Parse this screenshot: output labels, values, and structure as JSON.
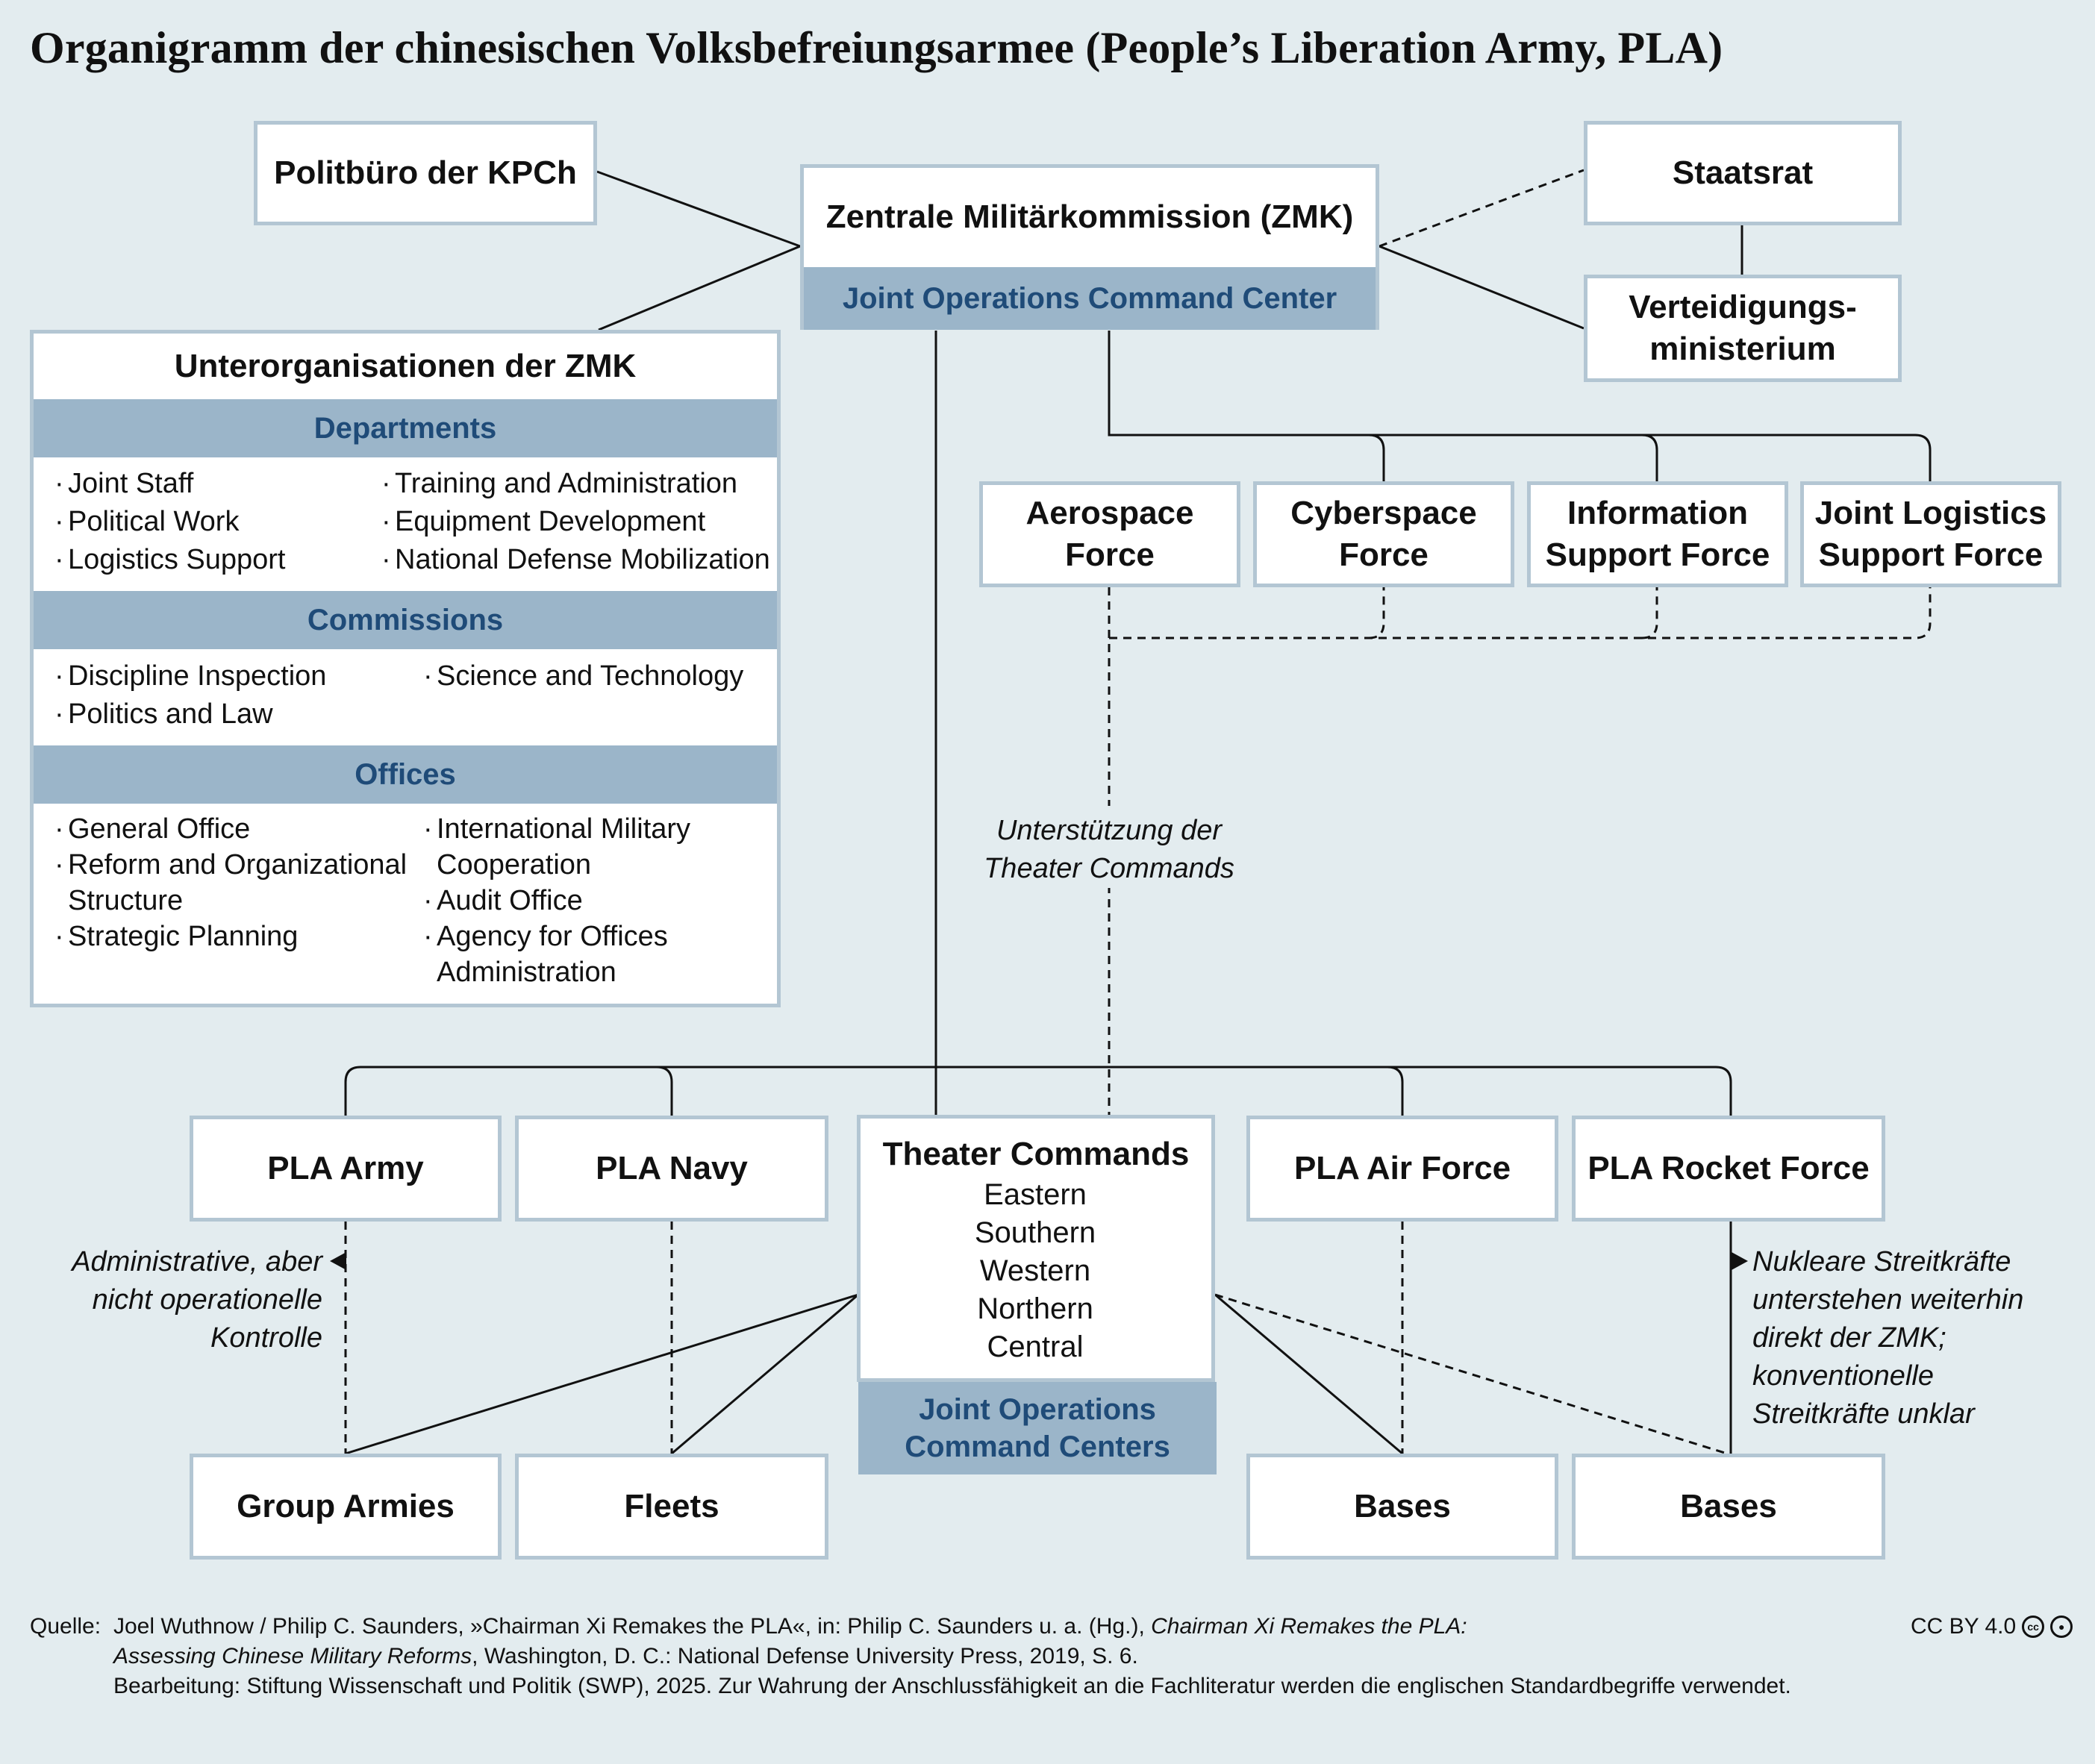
{
  "title": "Organigramm der chinesischen Volksbefreiungsarmee (People’s Liberation Army, PLA)",
  "top": {
    "politburo": "Politbüro der KPCh",
    "zmk": "Zentrale Militärkommission (ZMK)",
    "zmk_band": "Joint Operations Command Center",
    "state_council": "Staatsrat",
    "defense_ministry": [
      "Verteidigungs-",
      "ministerium"
    ]
  },
  "sub_orgs": {
    "title": "Unterorganisationen der ZMK",
    "departments": {
      "label": "Departments",
      "left": [
        "Joint Staff",
        "Political Work",
        "Logistics Support"
      ],
      "right": [
        "Training and Administration",
        "Equipment Development",
        "National Defense Mobilization"
      ]
    },
    "commissions": {
      "label": "Commissions",
      "left": [
        "Discipline Inspection",
        "Politics and Law"
      ],
      "right": [
        "Science and Technology"
      ]
    },
    "offices": {
      "label": "Offices",
      "left": [
        "General Office",
        [
          "Reform and Organizational",
          "Structure"
        ],
        "Strategic Planning"
      ],
      "right": [
        [
          "International Military",
          "Cooperation"
        ],
        "Audit Office",
        [
          "Agency for Offices",
          "Administration"
        ]
      ]
    }
  },
  "forces": [
    [
      "Aerospace",
      "Force"
    ],
    [
      "Cyberspace",
      "Force"
    ],
    [
      "Information",
      "Support Force"
    ],
    [
      "Joint Logistics",
      "Support Force"
    ]
  ],
  "support_note": [
    "Unterstützung der",
    "Theater Commands"
  ],
  "services": {
    "army": "PLA Army",
    "navy": "PLA Navy",
    "air_force": "PLA Air Force",
    "rocket_force": "PLA Rocket Force"
  },
  "theater": {
    "title": "Theater Commands",
    "regions": [
      "Eastern",
      "Southern",
      "Western",
      "Northern",
      "Central"
    ],
    "band": [
      "Joint Operations",
      "Command Centers"
    ]
  },
  "units": {
    "group_armies": "Group Armies",
    "fleets": "Fleets",
    "bases_air": "Bases",
    "bases_rocket": "Bases"
  },
  "notes": {
    "admin": [
      "Administrative, aber",
      "nicht operationelle",
      "Kontrolle"
    ],
    "nuclear": [
      "Nukleare Streitkräfte",
      "unterstehen weiterhin",
      "direkt der ZMK;",
      "konventionelle",
      "Streitkräfte unklar"
    ]
  },
  "footer": {
    "source_label": "Quelle:",
    "source_1": "Joel Wuthnow / Philip C. Saunders, »Chairman Xi Remakes the PLA«, in: Philip C. Saunders u. a. (Hg.), ",
    "source_1_italic": "Chairman Xi Remakes the PLA:",
    "source_2_italic": "Assessing Chinese Military Reforms",
    "source_2": ", Washington, D. C.: National Defense University Press, 2019, S. 6.",
    "edit": "Bearbeitung: Stiftung Wissenschaft und Politik (SWP), 2025. Zur Wahrung der Anschlussfähigkeit an die Fachliteratur werden die englischen Standardbegriffe verwendet.",
    "license": "CC BY 4.0"
  }
}
